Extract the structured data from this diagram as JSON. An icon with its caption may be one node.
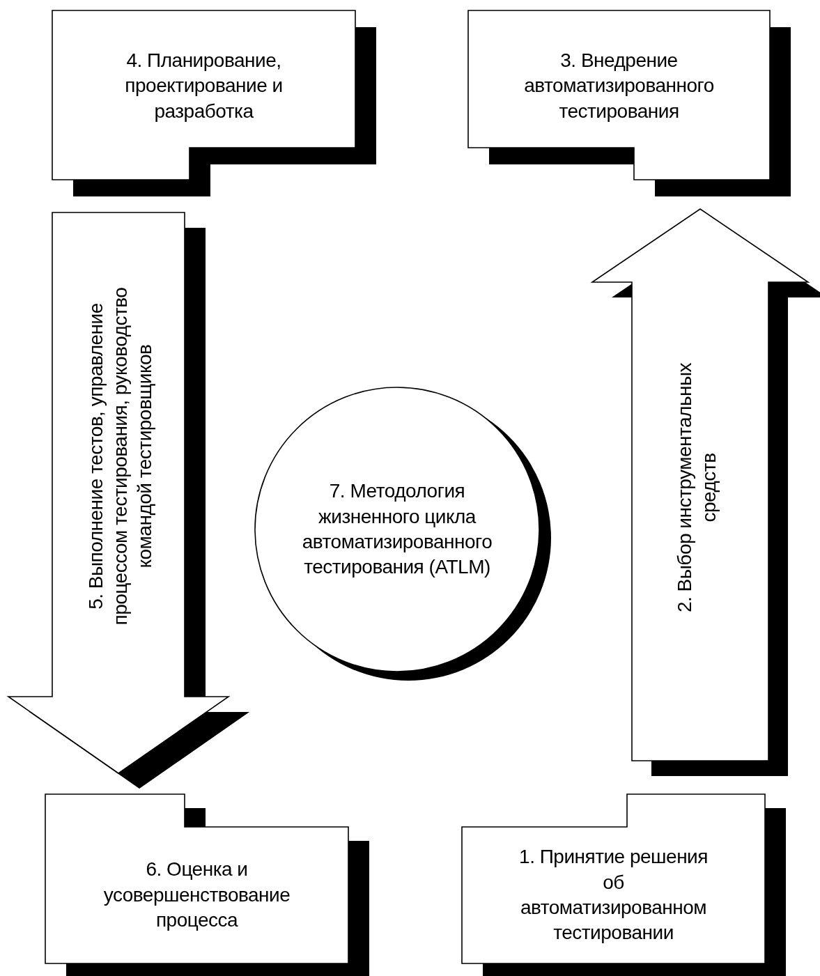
{
  "diagram": {
    "nodes": [
      {
        "text": [
          "4. Планирование, проектирование и разработка"
        ]
      },
      {
        "text": [
          "3. Внедрение автоматизированного тестирования"
        ]
      },
      {
        "text": [
          "7. Методология жизненного цикла автоматизированного тестирования (ATLM)"
        ]
      },
      {
        "text": [
          "6. Оценка и усовершенствование процесса"
        ]
      },
      {
        "text": [
          "1. Принятие решения об автоматизированном тестировании"
        ]
      }
    ],
    "edges": [
      {
        "from": 4,
        "to": 1,
        "arrow": "to",
        "label": "2. Выбор инструментальных средств"
      },
      {
        "from": 0,
        "to": 3,
        "arrow": "to",
        "label": "5. Выполнение тестов, управление процессом тестирования, руководство командой тестировщиков"
      }
    ]
  }
}
